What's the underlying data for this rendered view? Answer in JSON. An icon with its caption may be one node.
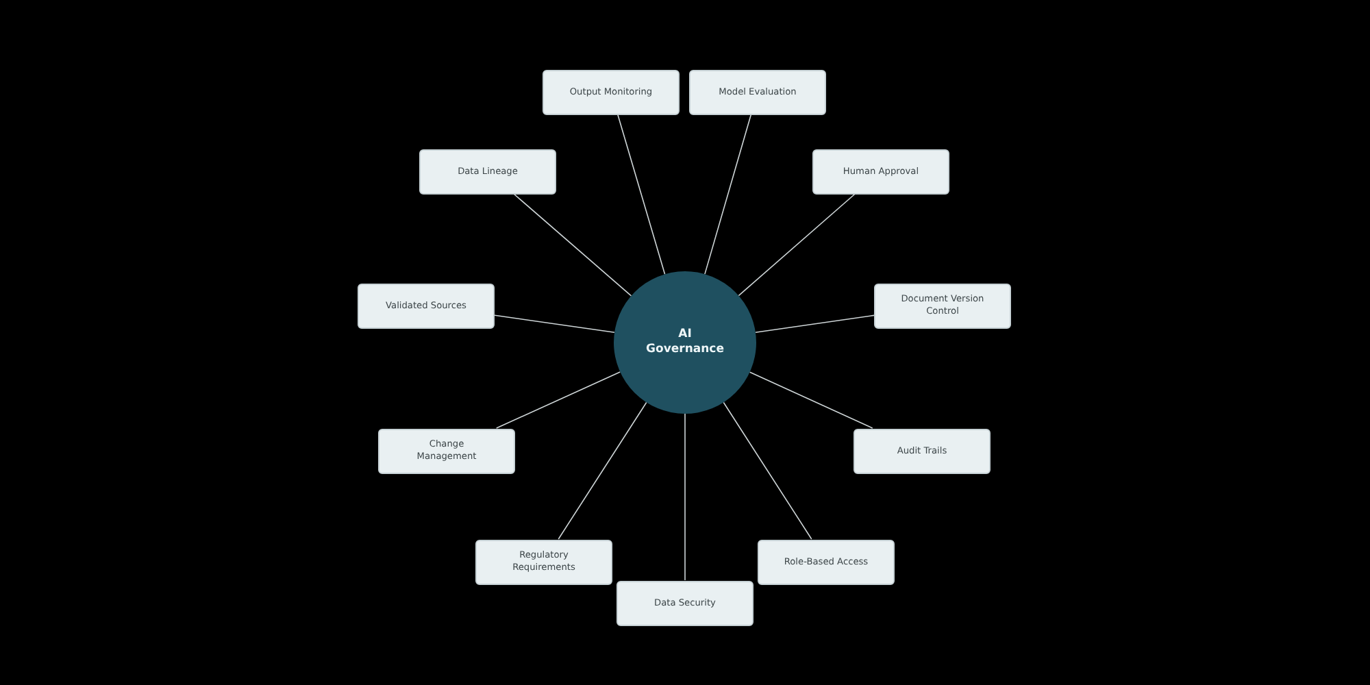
{
  "diagram": {
    "nodes": [
      {
        "text": [
          "AI Governance"
        ]
      },
      {
        "text": [
          "Output Monitoring"
        ]
      },
      {
        "text": [
          "Model Evaluation"
        ]
      },
      {
        "text": [
          "Data Lineage"
        ]
      },
      {
        "text": [
          "Human Approval"
        ]
      },
      {
        "text": [
          "Validated Sources"
        ]
      },
      {
        "text": [
          "Document Version Control"
        ]
      },
      {
        "text": [
          "Change Management"
        ]
      },
      {
        "text": [
          "Audit Trails"
        ]
      },
      {
        "text": [
          "Regulatory Requirements"
        ]
      },
      {
        "text": [
          "Role-Based Access"
        ]
      },
      {
        "text": [
          "Data Security"
        ]
      }
    ],
    "edges": [
      {
        "from": 0,
        "to": 1,
        "arrow": "none"
      },
      {
        "from": 0,
        "to": 2,
        "arrow": "none"
      },
      {
        "from": 0,
        "to": 3,
        "arrow": "none"
      },
      {
        "from": 0,
        "to": 4,
        "arrow": "none"
      },
      {
        "from": 0,
        "to": 5,
        "arrow": "none"
      },
      {
        "from": 0,
        "to": 6,
        "arrow": "none"
      },
      {
        "from": 0,
        "to": 7,
        "arrow": "none"
      },
      {
        "from": 0,
        "to": 8,
        "arrow": "none"
      },
      {
        "from": 0,
        "to": 9,
        "arrow": "none"
      },
      {
        "from": 0,
        "to": 10,
        "arrow": "none"
      },
      {
        "from": 0,
        "to": 11,
        "arrow": "none"
      }
    ]
  }
}
